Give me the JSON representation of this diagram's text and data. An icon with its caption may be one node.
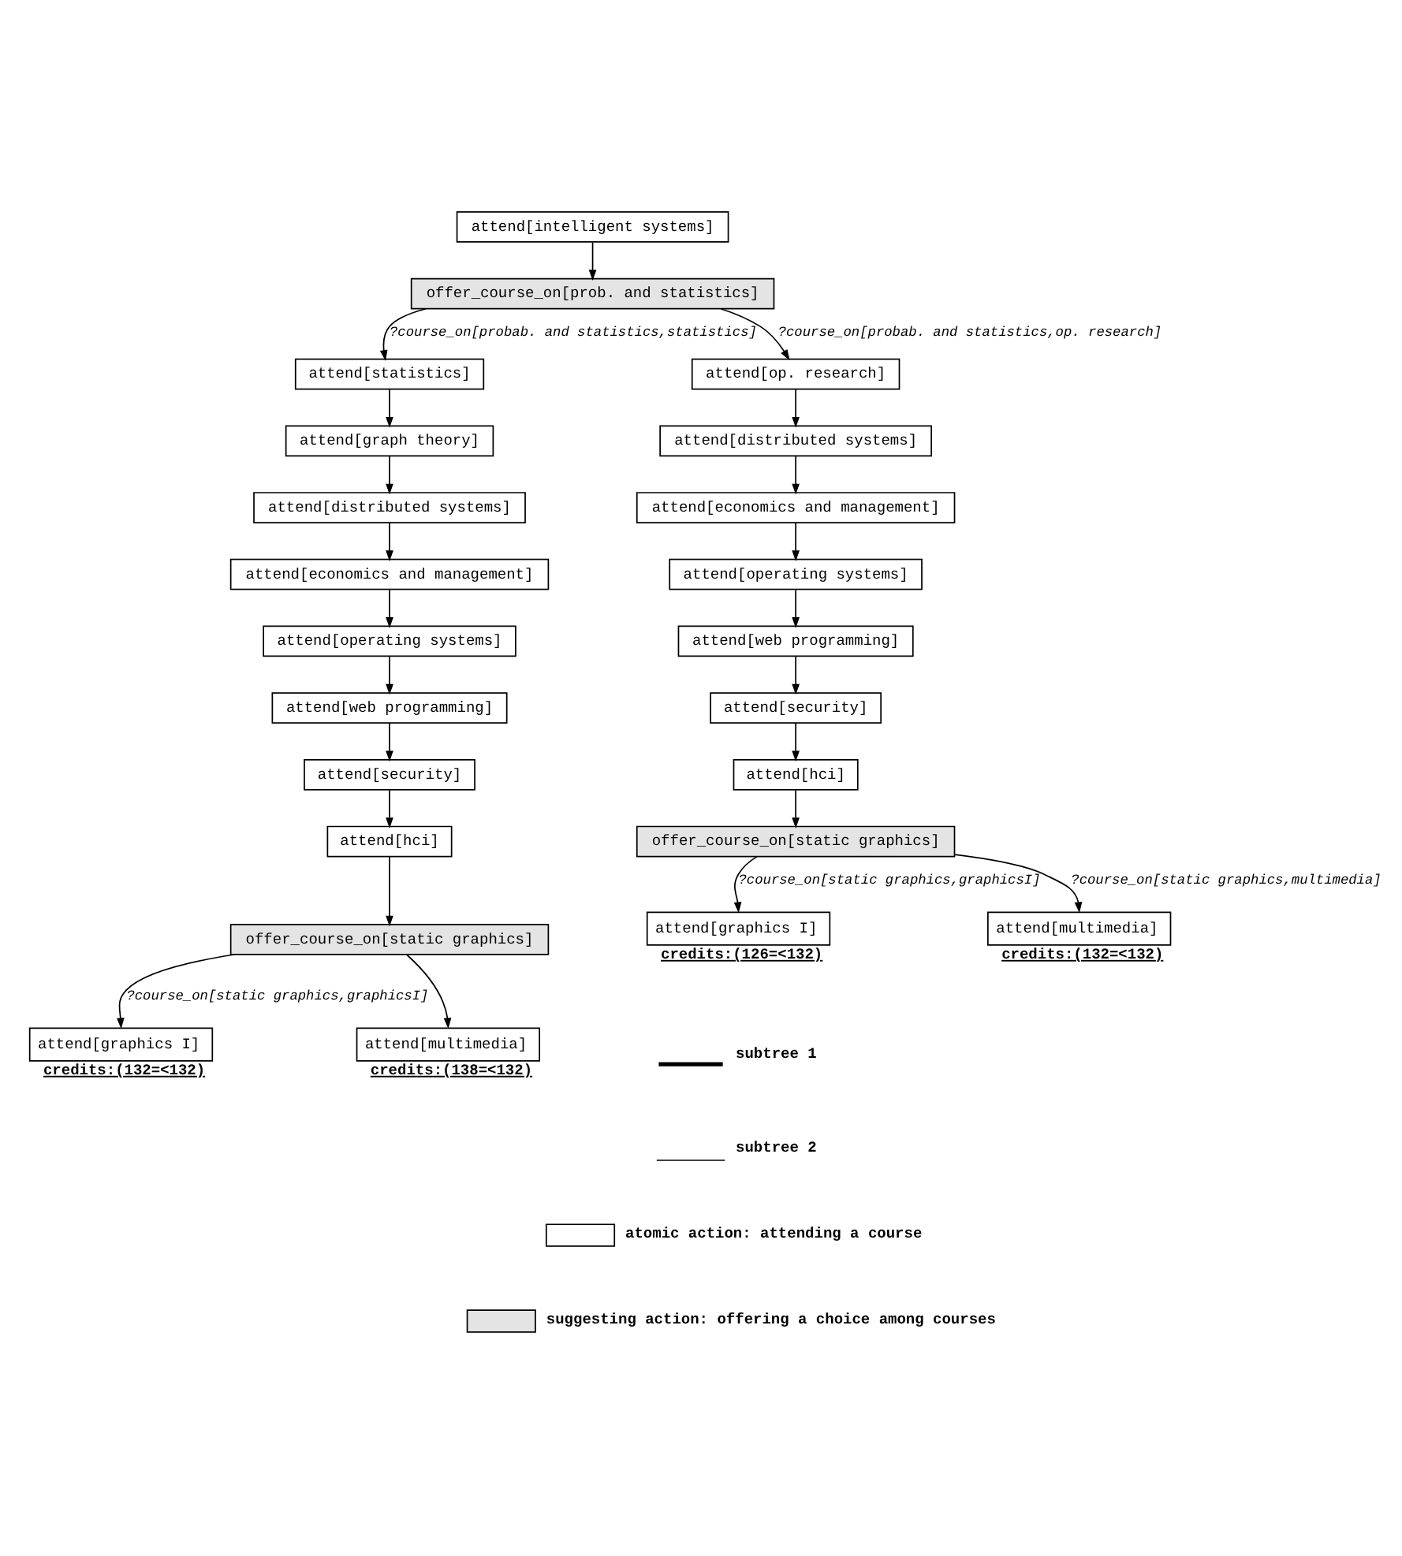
{
  "diagram": {
    "nodes": [
      {
        "text": [
          "attend[intelligent systems]"
        ]
      },
      {
        "text": [
          "offer_course_on[prob. and statistics]"
        ]
      },
      {
        "text": [
          "attend[statistics]"
        ]
      },
      {
        "text": [
          "attend[graph theory]"
        ]
      },
      {
        "text": [
          "attend[distributed systems]"
        ]
      },
      {
        "text": [
          "attend[economics and management]"
        ]
      },
      {
        "text": [
          "attend[operating systems]"
        ]
      },
      {
        "text": [
          "attend[web programming]"
        ]
      },
      {
        "text": [
          "attend[security]"
        ]
      },
      {
        "text": [
          "attend[hci]"
        ]
      },
      {
        "text": [
          "offer_course_on[static graphics]"
        ]
      },
      {
        "text": [
          "attend[graphics I]"
        ],
        "beside": [
          "credits:(132=<132)"
        ]
      },
      {
        "text": [
          "attend[multimedia]"
        ],
        "beside": [
          "credits:(138=<132)"
        ]
      },
      {
        "text": [
          "attend[op. research]"
        ]
      },
      {
        "text": [
          "attend[distributed systems]"
        ]
      },
      {
        "text": [
          "attend[economics and management]"
        ]
      },
      {
        "text": [
          "attend[operating systems]"
        ]
      },
      {
        "text": [
          "attend[web programming]"
        ]
      },
      {
        "text": [
          "attend[security]"
        ]
      },
      {
        "text": [
          "attend[hci]"
        ]
      },
      {
        "text": [
          "offer_course_on[static graphics]"
        ]
      },
      {
        "text": [
          "attend[graphics I]"
        ],
        "beside": [
          "credits:(126=<132)"
        ]
      },
      {
        "text": [
          "attend[multimedia]"
        ],
        "beside": [
          "credits:(132=<132)"
        ]
      }
    ],
    "edges": [
      {
        "from": 0,
        "to": 1,
        "arrow": "to"
      },
      {
        "from": 1,
        "to": 2,
        "arrow": "to",
        "label": "?course_on[probab. and statistics,statistics]"
      },
      {
        "from": 1,
        "to": 13,
        "arrow": "to",
        "label": "?course_on[probab. and statistics,op. research]"
      },
      {
        "from": 2,
        "to": 3,
        "arrow": "to"
      },
      {
        "from": 3,
        "to": 4,
        "arrow": "to"
      },
      {
        "from": 4,
        "to": 5,
        "arrow": "to"
      },
      {
        "from": 5,
        "to": 6,
        "arrow": "to"
      },
      {
        "from": 6,
        "to": 7,
        "arrow": "to"
      },
      {
        "from": 7,
        "to": 8,
        "arrow": "to"
      },
      {
        "from": 8,
        "to": 9,
        "arrow": "to"
      },
      {
        "from": 9,
        "to": 10,
        "arrow": "to"
      },
      {
        "from": 10,
        "to": 11,
        "arrow": "to",
        "label": "?course_on[static graphics,graphicsI]"
      },
      {
        "from": 10,
        "to": 12,
        "arrow": "to"
      },
      {
        "from": 13,
        "to": 14,
        "arrow": "to"
      },
      {
        "from": 14,
        "to": 15,
        "arrow": "to"
      },
      {
        "from": 15,
        "to": 16,
        "arrow": "to"
      },
      {
        "from": 16,
        "to": 17,
        "arrow": "to"
      },
      {
        "from": 17,
        "to": 18,
        "arrow": "to"
      },
      {
        "from": 18,
        "to": 19,
        "arrow": "to"
      },
      {
        "from": 19,
        "to": 20,
        "arrow": "to"
      },
      {
        "from": 20,
        "to": 21,
        "arrow": "to",
        "label": "?course_on[static graphics,graphicsI]"
      },
      {
        "from": 20,
        "to": 22,
        "arrow": "to",
        "label": "?course_on[static graphics,multimedia]"
      }
    ],
    "legend": [
      {
        "text": "subtree 1"
      },
      {
        "text": "subtree 2"
      },
      {
        "text": "atomic action: attending a course"
      },
      {
        "text": "suggesting action: offering a choice among courses"
      }
    ]
  }
}
